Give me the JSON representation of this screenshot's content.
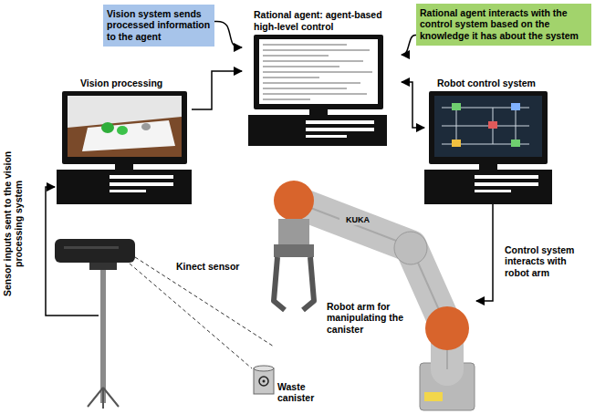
{
  "diagram": {
    "nodes": [
      {
        "text": [
          "Vision system sends processed information to the agent"
        ]
      },
      {
        "text": [
          "Rational agent: agent-based high-level control"
        ]
      },
      {
        "text": [
          "Rational agent interacts with the control system based on the knowledge it has about the system"
        ]
      },
      {
        "text": [
          "Vision processing"
        ]
      },
      {
        "text": [
          "Robot control system"
        ]
      }
    ],
    "edges": [
      {
        "from": 0,
        "to": 1,
        "arrow": "to"
      },
      {
        "from": 2,
        "to": 1,
        "arrow": "to"
      },
      {
        "from": 3,
        "to": 1,
        "arrow": "to"
      },
      {
        "from": 1,
        "to": 4,
        "arrow": "both"
      }
    ],
    "labels": [
      "Sensor inputs sent to the vision processing system",
      "Kinect sensor",
      "KUKA",
      "Robot arm for manipulating the canister",
      "Control system interacts with robot arm",
      "Waste canister"
    ]
  }
}
